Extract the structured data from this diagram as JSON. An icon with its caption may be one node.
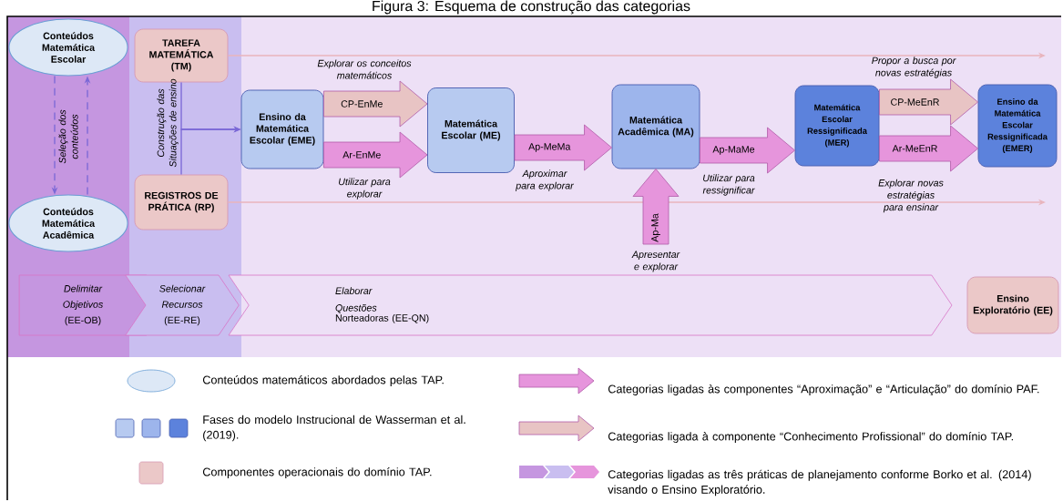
{
  "diagram": {
    "title": "Figura 3: Esquema de construção das categorias",
    "nodes": [
      {
        "text": [
          "Conteúdos Matemática Escolar"
        ]
      },
      {
        "text": [
          "Conteúdos Matemática Acadêmica"
        ]
      },
      {
        "text": [
          "TAREFA MATEMÁTICA (TM)"
        ]
      },
      {
        "text": [
          "REGISTROS DE PRÁTICA (RP)"
        ]
      },
      {
        "text": [
          "Ensino da Matemática Escolar (EME)"
        ]
      },
      {
        "text": [
          "Matemática Escolar (ME)"
        ]
      },
      {
        "text": [
          "Matemática Acadêmica (MA)"
        ]
      },
      {
        "text": [
          "Matemática Escolar Ressignificada (MER)"
        ]
      },
      {
        "text": [
          "Ensino da Matemática Escolar Ressignificada (EMER)"
        ]
      },
      {
        "text": [
          "Delimitar Objetivos",
          "(EE-OB)"
        ]
      },
      {
        "text": [
          "Selecionar Recursos",
          "(EE-RE)"
        ]
      },
      {
        "text": [
          "Elaborar Questões",
          "Norteadoras  (EE-QN)"
        ]
      },
      {
        "text": [
          "Ensino Exploratório (EE)"
        ]
      }
    ],
    "edges": [
      {
        "from": 0,
        "to": 1,
        "arrow": "to",
        "style": "dashed",
        "color": "#7b68d6"
      },
      {
        "from": 1,
        "to": 0,
        "arrow": "to",
        "style": "dashed",
        "color": "#7b68d6"
      },
      {
        "from": 2,
        "to": 4,
        "arrow": "to",
        "color": "#7b68d6"
      },
      {
        "from": 3,
        "to": 4,
        "arrow": "to",
        "color": "#7b68d6"
      },
      {
        "from": 2,
        "to": null,
        "arrow": "to",
        "color": "#e8b4bc"
      },
      {
        "from": 3,
        "to": null,
        "arrow": "to",
        "color": "#e8b4bc"
      },
      {
        "from": 4,
        "to": 5,
        "arrow": "to",
        "label": "CP-EnMe",
        "style": "thick",
        "color": "#e8c4c4"
      },
      {
        "from": 4,
        "to": 5,
        "arrow": "to",
        "label": "Ar-EnMe",
        "style": "thick",
        "color": "#e695dc"
      },
      {
        "from": 5,
        "to": 6,
        "arrow": "to",
        "label": "Ap-MeMa",
        "style": "thick",
        "color": "#e695dc"
      },
      {
        "from": 6,
        "to": 7,
        "arrow": "to",
        "label": "Ap-MaMe",
        "style": "thick",
        "color": "#e695dc"
      },
      {
        "from": null,
        "to": 6,
        "arrow": "to",
        "label": "Ap-Ma",
        "style": "thick",
        "color": "#e695dc"
      },
      {
        "from": 7,
        "to": 8,
        "arrow": "to",
        "label": "CP-MeEnR",
        "style": "thick",
        "color": "#e8c4c4"
      },
      {
        "from": 7,
        "to": 8,
        "arrow": "to",
        "label": "Ar-MeEnR",
        "style": "thick",
        "color": "#e695dc"
      }
    ],
    "labels": [
      "Seleção dos conteúdos",
      "Construção das Situações de ensino",
      "Explorar os conceitos matemáticos",
      "Utilizar para explorar",
      "Aproximar para explorar",
      "Apresentar e explorar",
      "Utilizar para ressignificar",
      "Propor a busca por novas estratégias",
      "Explorar novas estratégias para ensinar"
    ],
    "legend": [
      {
        "text": "Conteúdos matemáticos abordados pelas TAP."
      },
      {
        "text": "Fases do modelo Instrucional de Wasserman et al. (2019)."
      },
      {
        "text": "Componentes operacionais do domínio TAP.",
        "color": "#ebc8c8"
      },
      {
        "text": "Categorias ligadas às componentes “Aproximação” e “Articulação” do domínio PAF."
      },
      {
        "text": "Categorias ligada à componente “Conhecimento Profissional”  do domínio TAP."
      },
      {
        "text": "Categorias ligadas as três práticas de planejamento conforme Borko et al. (2014) visando o Ensino Exploratório."
      }
    ]
  }
}
